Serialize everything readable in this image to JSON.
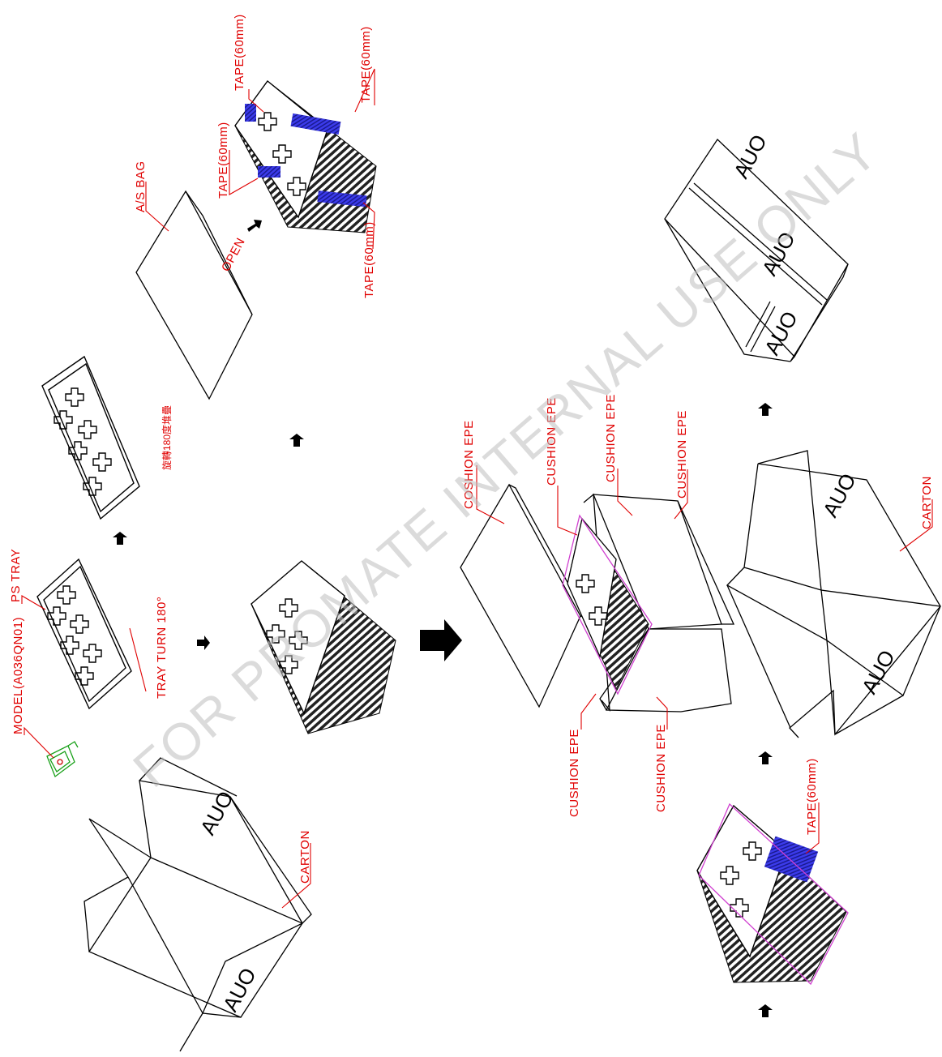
{
  "watermark": "FOR PROMATE INTERNAL USE ONLY",
  "colors": {
    "line": "#000000",
    "label": "#e00000",
    "tape": "#2a2ad8",
    "cushion_outline": "#d040d0",
    "model_part": "#18a018",
    "watermark": "#bebebe"
  },
  "labels": {
    "model": "MODEL(A036QN01)",
    "ps_tray": "PS TRAY",
    "tray_turn": "TRAY TURN 180°",
    "rotate_stack": "旋轉180度堆疊",
    "as_bag": "A/S BAG",
    "open": "OPEN",
    "tape_top_a": "TAPE(60mm)",
    "tape_top_b": "TAPE(60mm)",
    "tape_left": "TAPE(60mm)",
    "tape_bottom": "TAPE(60mm)",
    "carton_left": "CARTON",
    "coshion_epe": "COSHION EPE",
    "cushion_epe_1": "CUSHION EPE",
    "cushion_epe_2": "CUSHION EPE",
    "cushion_epe_3": "CUSHION EPE",
    "cushion_epe_4": "CUSHION EPE",
    "cushion_epe_5": "CUSHION EPE",
    "tape_stack": "TAPE(60mm)",
    "carton_right": "CARTON"
  },
  "carton_marks": [
    "AUO",
    "AUO",
    "AUO",
    "AUO",
    "AUO",
    "AUO",
    "AUO"
  ],
  "icons": [
    "arrow-right-icon",
    "arrow-up-icon",
    "big-arrow-right-icon"
  ]
}
